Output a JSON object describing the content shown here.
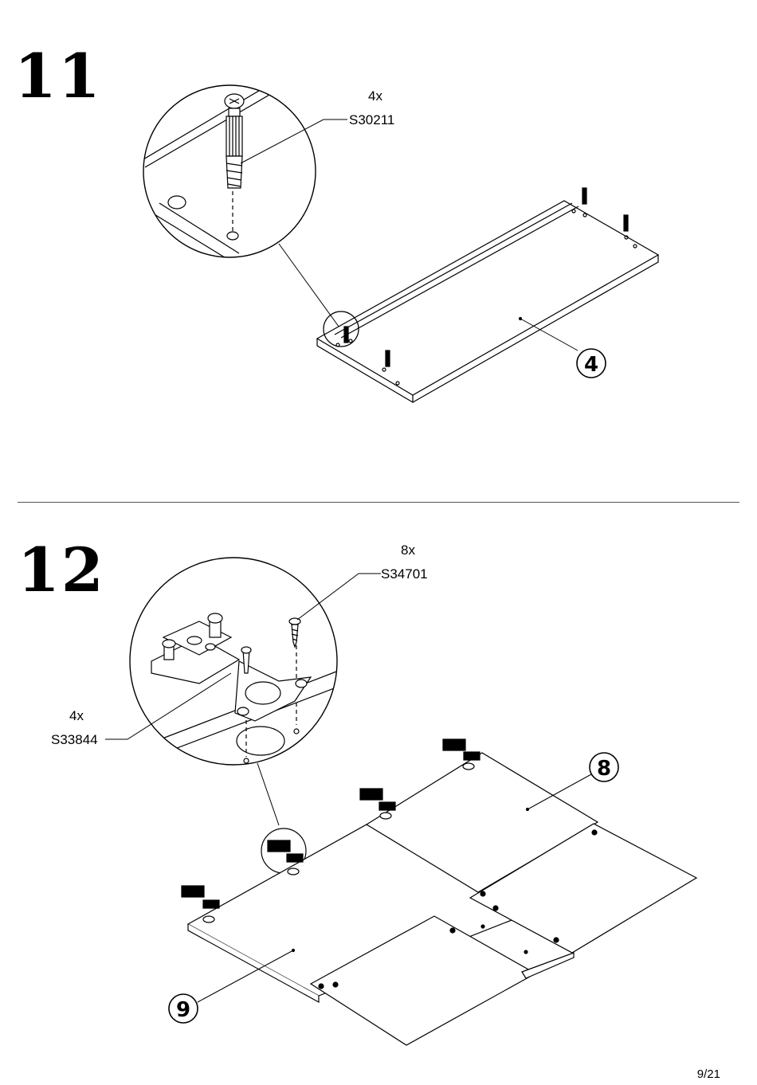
{
  "steps": [
    {
      "number": "11",
      "parts": [
        {
          "quantity": "4x",
          "code": "S30211"
        }
      ],
      "panel_callouts": [
        "4"
      ]
    },
    {
      "number": "12",
      "parts": [
        {
          "quantity": "8x",
          "code": "S34701"
        },
        {
          "quantity": "4x",
          "code": "S33844"
        }
      ],
      "panel_callouts": [
        "8",
        "9"
      ]
    }
  ],
  "page": {
    "number": "9/21"
  }
}
